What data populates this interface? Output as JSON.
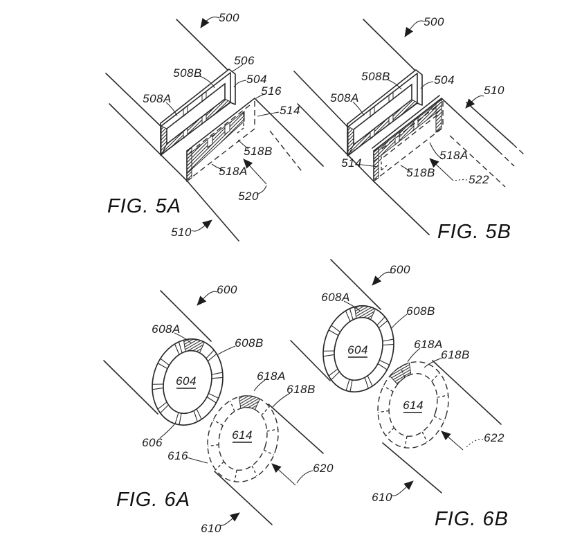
{
  "page": {
    "background": "#ffffff",
    "ink": "#2a2a2a"
  },
  "fig5a": {
    "title": "FIG. 5A",
    "r500": "500",
    "r504": "504",
    "r506": "506",
    "r508a": "508A",
    "r508b": "508B",
    "r510": "510",
    "r514": "514",
    "r516": "516",
    "r518a": "518A",
    "r518b": "518B",
    "r520": "520"
  },
  "fig5b": {
    "title": "FIG. 5B",
    "r500": "500",
    "r504": "504",
    "r508a": "508A",
    "r508b": "508B",
    "r510": "510",
    "r514": "514",
    "r518a": "518A",
    "r518b": "518B",
    "r522": "522"
  },
  "fig6a": {
    "title": "FIG. 6A",
    "r600": "600",
    "r604": "604",
    "r606": "606",
    "r608a": "608A",
    "r608b": "608B",
    "r610": "610",
    "r614": "614",
    "r616": "616",
    "r618a": "618A",
    "r618b": "618B",
    "r620": "620"
  },
  "fig6b": {
    "title": "FIG. 6B",
    "r600": "600",
    "r604": "604",
    "r608a": "608A",
    "r608b": "608B",
    "r610": "610",
    "r614": "614",
    "r618a": "618A",
    "r618b": "618B",
    "r622": "622"
  }
}
